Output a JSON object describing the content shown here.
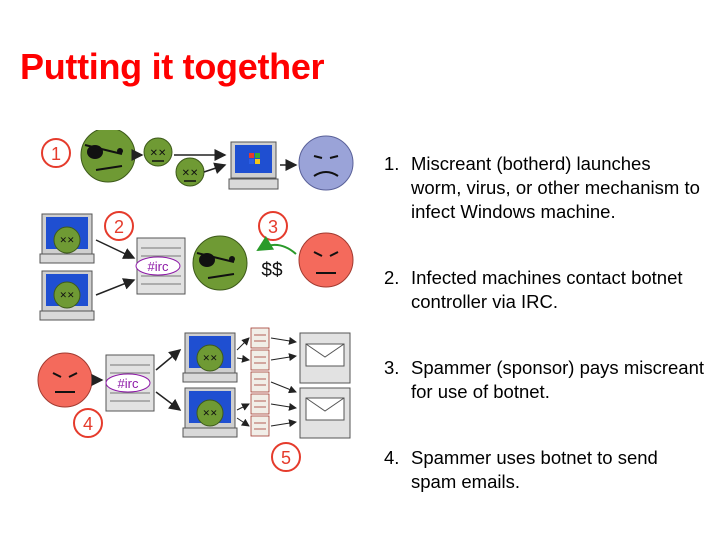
{
  "slide": {
    "title": "Putting it together"
  },
  "steps": [
    {
      "num": "1.",
      "text": "Miscreant (botherd) launches worm, virus, or other mechanism to infect Windows machine."
    },
    {
      "num": "2.",
      "text": "Infected machines contact botnet controller via IRC."
    },
    {
      "num": "3.",
      "text": "Spammer (sponsor) pays miscreant for use of botnet."
    },
    {
      "num": "4.",
      "text": "Spammer uses botnet to send spam emails."
    }
  ],
  "diagram": {
    "markers": [
      "1",
      "2",
      "3",
      "4",
      "5"
    ],
    "irc_label": "#irc",
    "payment_label": "$$",
    "icons": [
      "miscreant-face",
      "worm-face",
      "windows-pc",
      "spammer-face",
      "server",
      "spam-doc",
      "email"
    ],
    "colors": {
      "title": "#ff0000",
      "marker": "#e53b2c",
      "face_green": "#6f9a34",
      "face_red": "#f46a5c",
      "face_blue": "#9aa3d8",
      "monitor": "#1f4fd1",
      "irc_text": "#8e1aa8"
    }
  }
}
